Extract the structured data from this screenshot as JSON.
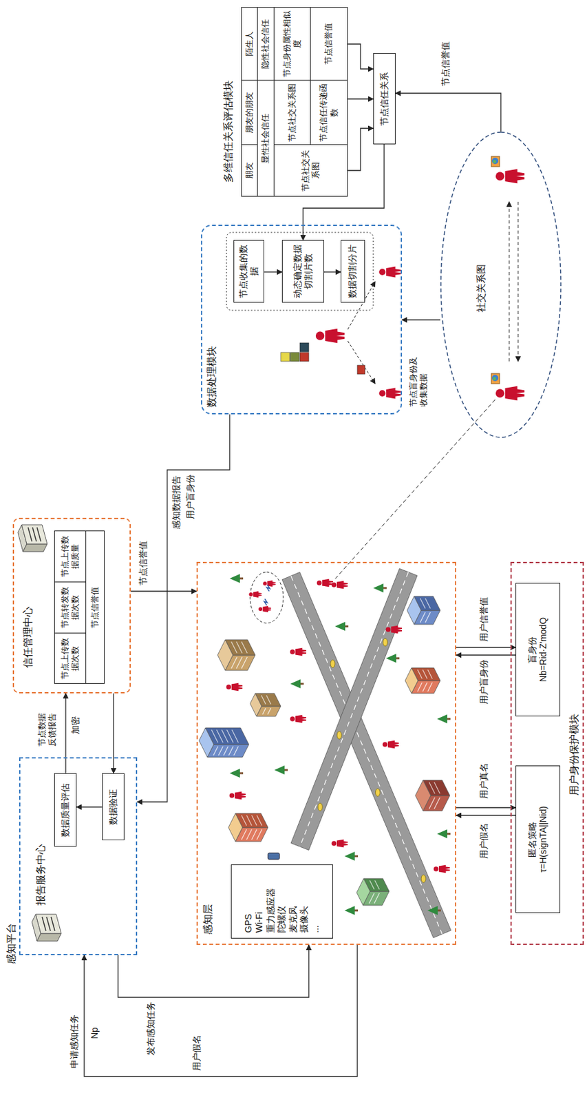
{
  "diagram": {
    "nodes": [
      {
        "text": [
          "报告服务中心"
        ]
      },
      {
        "text": [
          "数据质量评估"
        ],
        "in": 0
      },
      {
        "text": [
          "数据验证"
        ],
        "in": 0
      },
      {
        "text": [
          "信任管理中心"
        ]
      },
      {
        "text": [
          "节点上传数据次数"
        ],
        "in": 3
      },
      {
        "text": [
          "节点转发数据次数"
        ],
        "in": 3
      },
      {
        "text": [
          "节点上传数据质量"
        ],
        "in": 3
      },
      {
        "text": [
          "节点信誉值"
        ],
        "in": 3
      },
      {
        "text": [
          "数据处理模块"
        ]
      },
      {
        "text": [
          "节点收集的数据"
        ],
        "in": 8
      },
      {
        "text": [
          "动态确定数据切割片数"
        ],
        "in": 8
      },
      {
        "text": [
          "数据切割分片"
        ],
        "in": 8
      },
      {
        "text": [
          "多维信任关系评估模块"
        ]
      },
      {
        "text": [
          "朋友"
        ],
        "in": 12
      },
      {
        "text": [
          "朋友的朋友"
        ],
        "in": 12
      },
      {
        "text": [
          "陌生人"
        ],
        "in": 12
      },
      {
        "text": [
          "显性社会信任"
        ],
        "in": 12
      },
      {
        "text": [
          "隐性社会信任"
        ],
        "in": 12
      },
      {
        "text": [
          "节点社交关系图"
        ],
        "in": 12
      },
      {
        "text": [
          "节点社交关系图"
        ],
        "in": 12
      },
      {
        "text": [
          "节点信任传递函数"
        ],
        "in": 12
      },
      {
        "text": [
          "节点身份属性相似度"
        ],
        "in": 12
      },
      {
        "text": [
          "节点信誉值"
        ],
        "in": 12
      },
      {
        "text": [
          "节点信任关系"
        ]
      },
      {
        "text": [
          "社交关系图"
        ]
      },
      {
        "text": [
          "感知层"
        ]
      },
      {
        "text": [
          "GPS",
          "Wi-Fi",
          "重力感应器",
          "陀螺仪",
          "麦克风",
          "摄像头",
          "..."
        ],
        "in": 25
      },
      {
        "text": [
          "用户身份保护模块"
        ]
      },
      {
        "text": [
          "匿名策略",
          "τ=H(signTA||Nid)"
        ],
        "in": 27
      },
      {
        "text": [
          "盲身份",
          "Nb=Rid·Z'modQ"
        ],
        "in": 27
      }
    ],
    "edges": [
      {
        "from": 2,
        "to": 1,
        "arrow": "to"
      },
      {
        "from": 1,
        "to": 3,
        "label": "节点数据反馈报告",
        "arrow": "to"
      },
      {
        "from": 3,
        "to": 2,
        "arrow": "to"
      },
      {
        "from": 3,
        "to": 25,
        "label": "节点信誉值",
        "arrow": "to"
      },
      {
        "from": 25,
        "to": 0,
        "label": "申请感知任务",
        "arrow": "to"
      },
      {
        "from": 0,
        "to": 25,
        "label": "发布感知任务",
        "arrow": "to"
      },
      {
        "from": 8,
        "to": 0,
        "label": "感知数据报告",
        "arrow": "to"
      },
      {
        "from": 9,
        "to": 10,
        "arrow": "to"
      },
      {
        "from": 10,
        "to": 11,
        "arrow": "to"
      },
      {
        "from": 18,
        "to": 23,
        "arrow": "to"
      },
      {
        "from": 20,
        "to": 23,
        "arrow": "to"
      },
      {
        "from": 22,
        "to": 23,
        "arrow": "to"
      },
      {
        "from": 23,
        "to": 10,
        "arrow": "to"
      },
      {
        "from": 24,
        "to": 23,
        "label": "节点信誉值",
        "arrow": "to"
      },
      {
        "from": 24,
        "to": 8,
        "label": "节点盲身份及收集数据",
        "arrow": "to"
      },
      {
        "from": 25,
        "to": 28,
        "label": "用户真名",
        "arrow": "to"
      },
      {
        "from": 28,
        "to": 25,
        "label": "用户假名",
        "arrow": "to"
      },
      {
        "from": 29,
        "to": 25,
        "label": "用户盲身份",
        "arrow": "to"
      },
      {
        "from": 25,
        "to": 29,
        "label": "用户信誉值",
        "arrow": "to"
      }
    ],
    "labels": [
      "感知平台",
      "加密",
      "Np",
      "用户假名",
      "用户盲身份"
    ]
  }
}
